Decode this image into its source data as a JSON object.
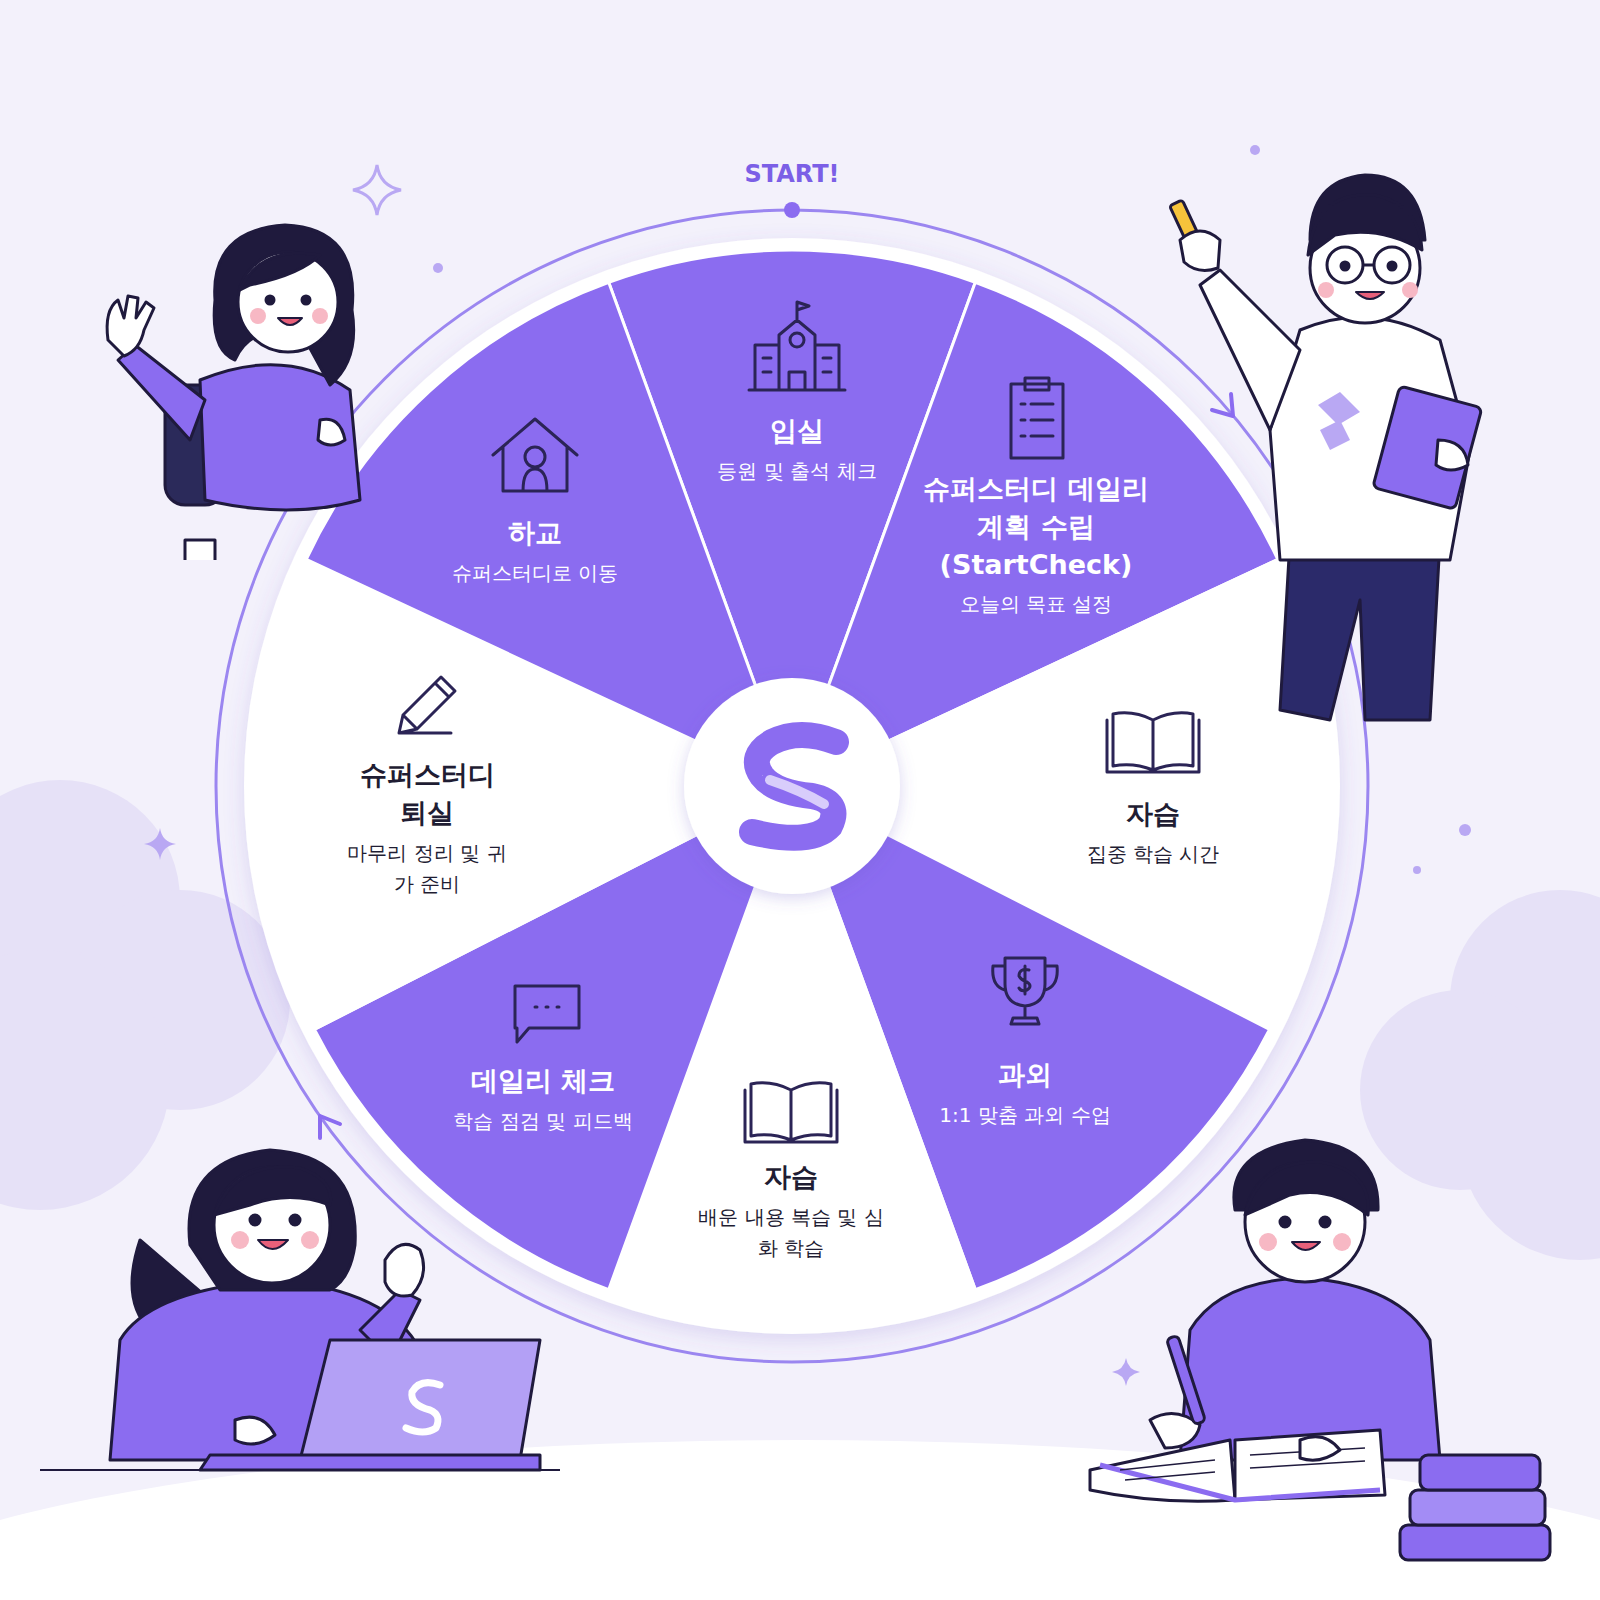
{
  "diagram": {
    "nodes": [
      {
        "text": [
          "입실",
          "등원 및 출석 체크"
        ]
      },
      {
        "text": [
          "슈퍼스터디 데일리 계획 수립 (StartCheck)",
          "오늘의 목표 설정"
        ]
      },
      {
        "text": [
          "자습",
          "집중 학습 시간"
        ]
      },
      {
        "text": [
          "과외",
          "1:1 맞춤 과외 수업"
        ]
      },
      {
        "text": [
          "자습",
          "배운 내용 복습 및 심화 학습"
        ]
      },
      {
        "text": [
          "데일리 체크",
          "학습 점검 및 피드백"
        ]
      },
      {
        "text": [
          "슈퍼스터디 퇴실",
          "마무리 정리 및 귀가 준비"
        ]
      },
      {
        "text": [
          "하교",
          "슈퍼스터디로 이동"
        ]
      }
    ],
    "labels": [
      "START!"
    ]
  }
}
